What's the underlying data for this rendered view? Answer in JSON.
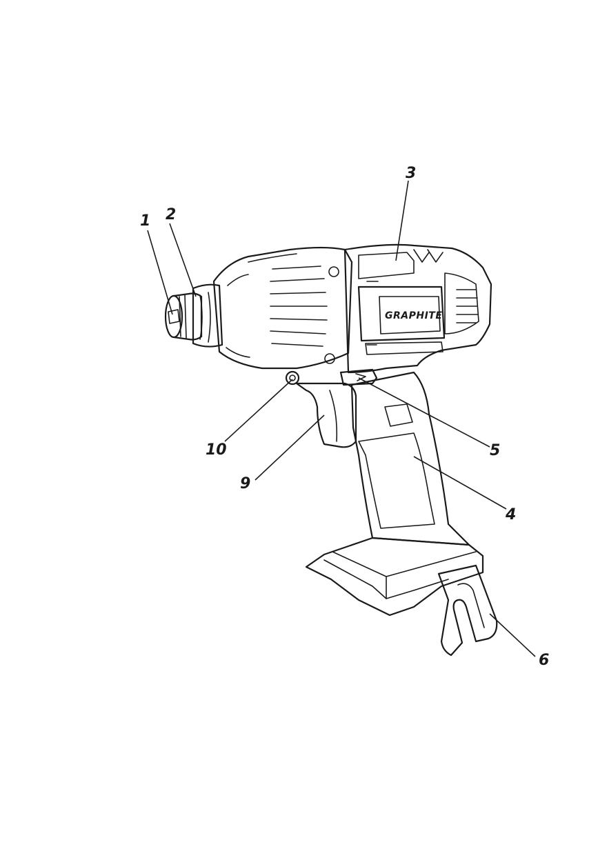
{
  "brand_label": "GRAPHITE",
  "callouts": [
    {
      "id": "1",
      "label": "1"
    },
    {
      "id": "2",
      "label": "2"
    },
    {
      "id": "3",
      "label": "3"
    },
    {
      "id": "4",
      "label": "4"
    },
    {
      "id": "5",
      "label": "5"
    },
    {
      "id": "6",
      "label": "6"
    },
    {
      "id": "9",
      "label": "9"
    },
    {
      "id": "10",
      "label": "10"
    }
  ],
  "colors": {
    "ink": "#1a1a1a",
    "background": "#ffffff"
  }
}
